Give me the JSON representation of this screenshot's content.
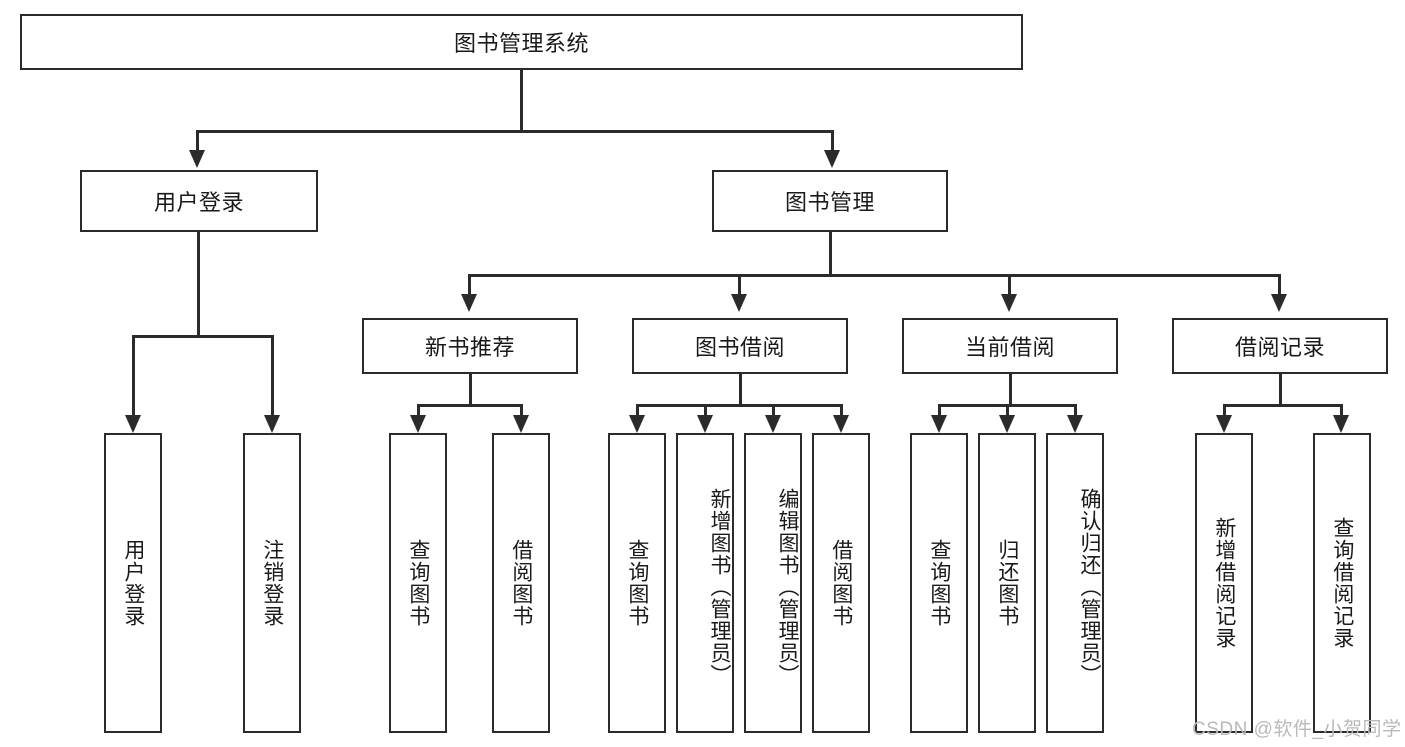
{
  "diagram": {
    "type": "tree-hierarchy-chart",
    "title_text": "图书管理系统",
    "root": {
      "label": "图书管理系统"
    },
    "level2": [
      {
        "label": "用户登录"
      },
      {
        "label": "图书管理"
      }
    ],
    "level3": [
      {
        "label": "新书推荐"
      },
      {
        "label": "图书借阅"
      },
      {
        "label": "当前借阅"
      },
      {
        "label": "借阅记录"
      }
    ],
    "leaves": {
      "user_login": [
        {
          "label": "用户登录"
        },
        {
          "label": "注销登录"
        }
      ],
      "new_book_recommend": [
        {
          "label": "查询图书"
        },
        {
          "label": "借阅图书"
        }
      ],
      "book_borrow": [
        {
          "label": "查询图书"
        },
        {
          "label": "新增图书（管理员）"
        },
        {
          "label": "编辑图书（管理员）"
        },
        {
          "label": "借阅图书"
        }
      ],
      "current_borrow": [
        {
          "label": "查询图书"
        },
        {
          "label": "归还图书"
        },
        {
          "label": "确认归还（管理员）"
        }
      ],
      "borrow_record": [
        {
          "label": "新增借阅记录"
        },
        {
          "label": "查询借阅记录"
        }
      ]
    },
    "watermark": "CSDN @软件_小贺同学",
    "colors": {
      "stroke": "#2b2b2b",
      "background": "#ffffff",
      "text": "#1a1a1a",
      "watermark": "#b9b9b9"
    }
  }
}
